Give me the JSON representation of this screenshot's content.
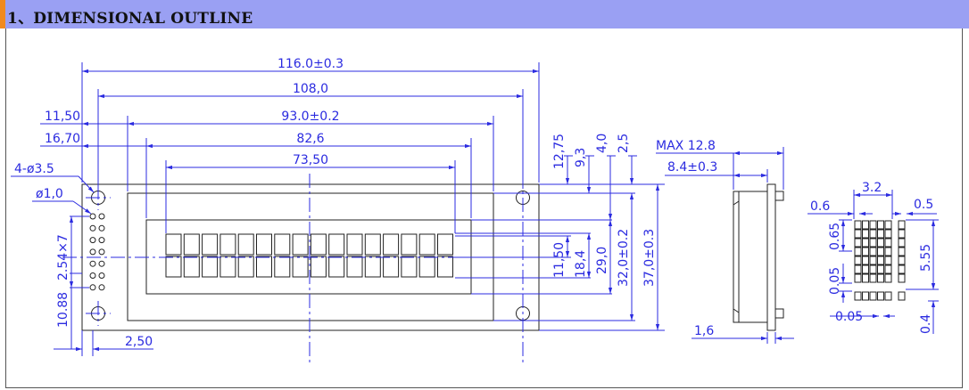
{
  "header": {
    "title": "1、DIMENSIONAL  OUTLINE"
  },
  "colors": {
    "header_bg": "#9aa0f3",
    "accent": "#f08a1e",
    "dimension": "#2b2be0",
    "outline": "#222222"
  },
  "front_view": {
    "top_dims": [
      "116.0±0.3",
      "108,0",
      "93.0±0.2",
      "82,6",
      "73,50"
    ],
    "left_dims": [
      "11,50",
      "16,70"
    ],
    "hole_labels": [
      "4-ø3.5",
      "ø1,0"
    ],
    "pin_labels": [
      "2.54×7",
      "10.88"
    ],
    "bottom_dim": "2,50",
    "right_top_dims": [
      "12,75",
      "9,3",
      "4,0",
      "2,5"
    ],
    "right_side_dims": [
      "11,50",
      "18,4",
      "29,0",
      "32,0±0.2",
      "37,0±0.3"
    ]
  },
  "side_view": {
    "dims": [
      "MAX  12.8",
      "8.4±0.3",
      "1,6"
    ]
  },
  "char_view": {
    "dims": [
      "3.2",
      "0.6",
      "0.5",
      "0.65",
      "0.05",
      "5.55",
      "0.05",
      "0.4"
    ]
  }
}
